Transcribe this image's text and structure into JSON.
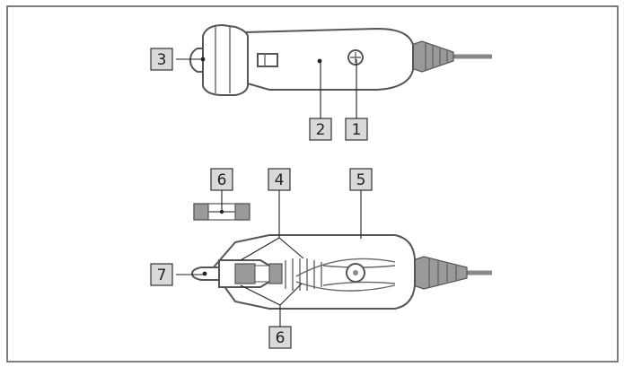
{
  "diagram": {
    "colors": {
      "frame": "#555555",
      "callout_fill": "#d9d9d9",
      "part_shade": "#9a9a9a",
      "line": "#222222"
    },
    "callouts": [
      {
        "id": "c1",
        "label": "1"
      },
      {
        "id": "c2",
        "label": "2"
      },
      {
        "id": "c3",
        "label": "3"
      },
      {
        "id": "c4",
        "label": "4"
      },
      {
        "id": "c5",
        "label": "5"
      },
      {
        "id": "c6-top",
        "label": "6"
      },
      {
        "id": "c7",
        "label": "7"
      },
      {
        "id": "c6-bottom",
        "label": "6"
      }
    ]
  }
}
